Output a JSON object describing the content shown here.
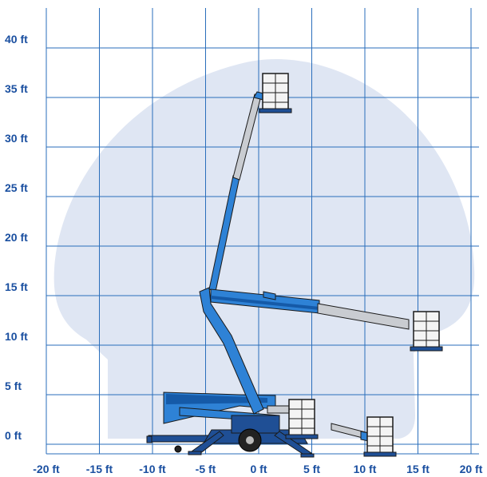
{
  "colors": {
    "grid": "#2a6ebb",
    "envelope": "#dfe6f3",
    "boom": "#2e82d6",
    "boom_dark": "#155aa8",
    "telescope": "#c9ccd1",
    "chassis": "#1f4f95",
    "outline": "#1a1a1a",
    "label": "#1a4fa0"
  },
  "axes": {
    "x_ticks": [
      "-20 ft",
      "-15 ft",
      "-10 ft",
      "-5 ft",
      "0 ft",
      "5 ft",
      "10 ft",
      "15 ft",
      "20 ft"
    ],
    "y_ticks": [
      "0 ft",
      "5 ft",
      "10 ft",
      "15 ft",
      "20 ft",
      "25 ft",
      "30 ft",
      "35 ft",
      "40 ft"
    ]
  },
  "icons": {
    "machine": "trailer-mounted-articulating-boom-lift-icon",
    "platform": "work-platform-basket-icon"
  }
}
